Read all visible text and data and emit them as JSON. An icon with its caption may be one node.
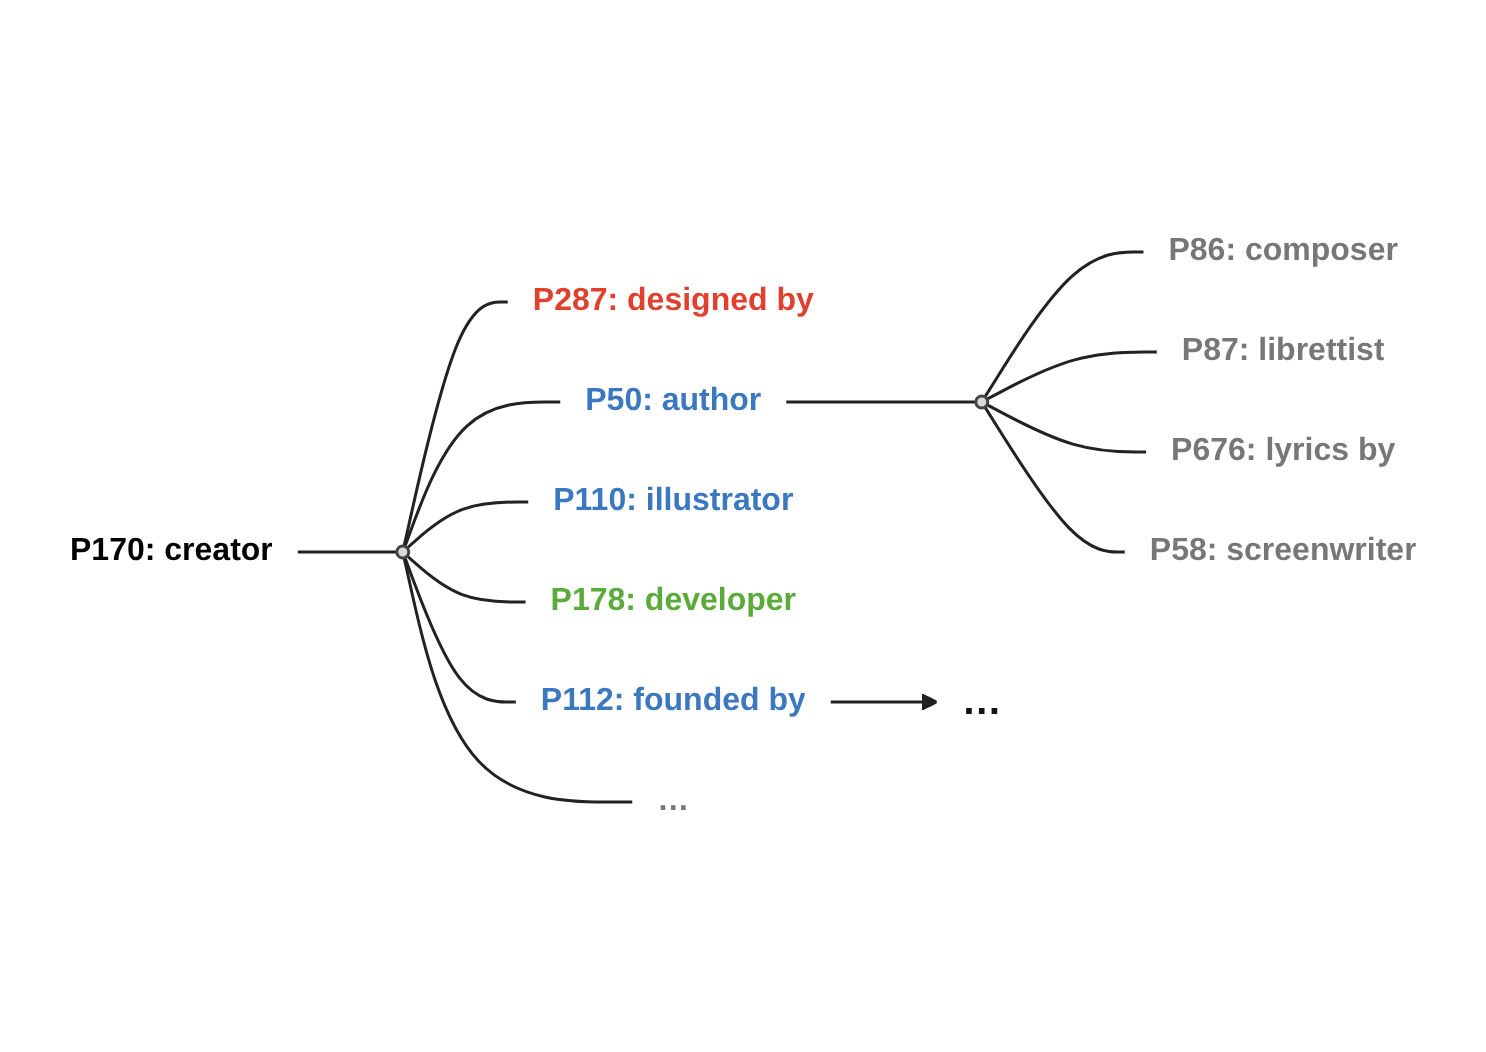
{
  "diagram": {
    "nodes": [
      {
        "text": [
          "P170: creator"
        ]
      },
      {
        "text": [],
        "shape": "circle"
      },
      {
        "text": [
          "P287: designed by"
        ]
      },
      {
        "text": [
          "P112: founded by"
        ]
      },
      {
        "text": [
          "P110: illustrator"
        ]
      },
      {
        "text": [
          "P178: developer"
        ]
      },
      {
        "text": [
          "P50: author"
        ]
      },
      {
        "text": [
          "…"
        ]
      },
      {
        "text": [],
        "shape": "circle"
      },
      {
        "text": [
          "P86: composer"
        ]
      },
      {
        "text": [
          "P87: librettist"
        ]
      },
      {
        "text": [
          "P676: lyrics by"
        ]
      },
      {
        "text": [
          "P58: screenwriter"
        ]
      },
      {
        "text": [
          "…"
        ]
      }
    ],
    "edges": [
      {
        "from": 0,
        "to": 1,
        "arrow": "none"
      },
      {
        "from": 1,
        "to": 2,
        "arrow": "none"
      },
      {
        "from": 1,
        "to": 3,
        "arrow": "none"
      },
      {
        "from": 1,
        "to": 4,
        "arrow": "none"
      },
      {
        "from": 1,
        "to": 5,
        "arrow": "none"
      },
      {
        "from": 1,
        "to": 6,
        "arrow": "none"
      },
      {
        "from": 1,
        "to": 7,
        "arrow": "none"
      },
      {
        "from": 6,
        "to": 8,
        "arrow": "none"
      },
      {
        "from": 8,
        "to": 9,
        "arrow": "none"
      },
      {
        "from": 8,
        "to": 10,
        "arrow": "none"
      },
      {
        "from": 8,
        "to": 11,
        "arrow": "none"
      },
      {
        "from": 8,
        "to": 12,
        "arrow": "none"
      },
      {
        "from": 3,
        "to": 13,
        "arrow": "to"
      }
    ]
  }
}
